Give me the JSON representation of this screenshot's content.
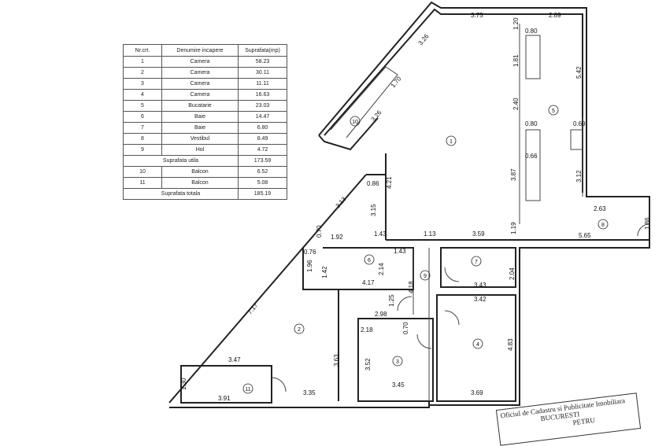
{
  "table": {
    "headers": [
      "Nr.crt.",
      "Denumire incapere",
      "Suprafata(mp)"
    ],
    "rows": [
      [
        "1",
        "Camera",
        "58.23"
      ],
      [
        "2",
        "Camera",
        "30.11"
      ],
      [
        "3",
        "Camera",
        "11.11"
      ],
      [
        "4",
        "Camera",
        "16.63"
      ],
      [
        "5",
        "Bucatarie",
        "23.03"
      ],
      [
        "6",
        "Baie",
        "14.47"
      ],
      [
        "7",
        "Baie",
        "6.80"
      ],
      [
        "8",
        "Vestibul",
        "8.49"
      ],
      [
        "9",
        "Hol",
        "4.72"
      ]
    ],
    "useful_label": "Suprafata utila",
    "useful_value": "173.59",
    "balconies": [
      [
        "10",
        "Balcon",
        "6.52"
      ],
      [
        "11",
        "Balcon",
        "5.08"
      ]
    ],
    "total_label": "Suprafata totala",
    "total_value": "185.19"
  },
  "rooms": [
    "1",
    "2",
    "3",
    "4",
    "5",
    "6",
    "7",
    "8",
    "9",
    "10",
    "11"
  ],
  "dims": [
    "3.75",
    "2.89",
    "1.20",
    "0.80",
    "1.81",
    "5.42",
    "3.26",
    "1.70",
    "3.26",
    "2.40",
    "0.80",
    "0.69",
    "0.66",
    "3.87",
    "3.12",
    "4.21",
    "3.15",
    "0.86",
    "3.13",
    "2.63",
    "1.86",
    "1.19",
    "1.43",
    "1.13",
    "3.59",
    "5.65",
    "0.70",
    "1.92",
    "0.76",
    "1.43",
    "1.96",
    "1.42",
    "2.14",
    "2.04",
    "4.17",
    "3.43",
    "4.18",
    "3.42",
    "1.25",
    "2.98",
    "7.17",
    "2.18",
    "0.70",
    "4.83",
    "3.63",
    "3.52",
    "3.47",
    "1.30",
    "3.91",
    "3.35",
    "3.45",
    "3.69"
  ],
  "stamp": {
    "line1": "Oficiul de Cadastru si Publicitate Imobiliara",
    "line2": "BUCURESTI",
    "line3": "PETRU"
  }
}
